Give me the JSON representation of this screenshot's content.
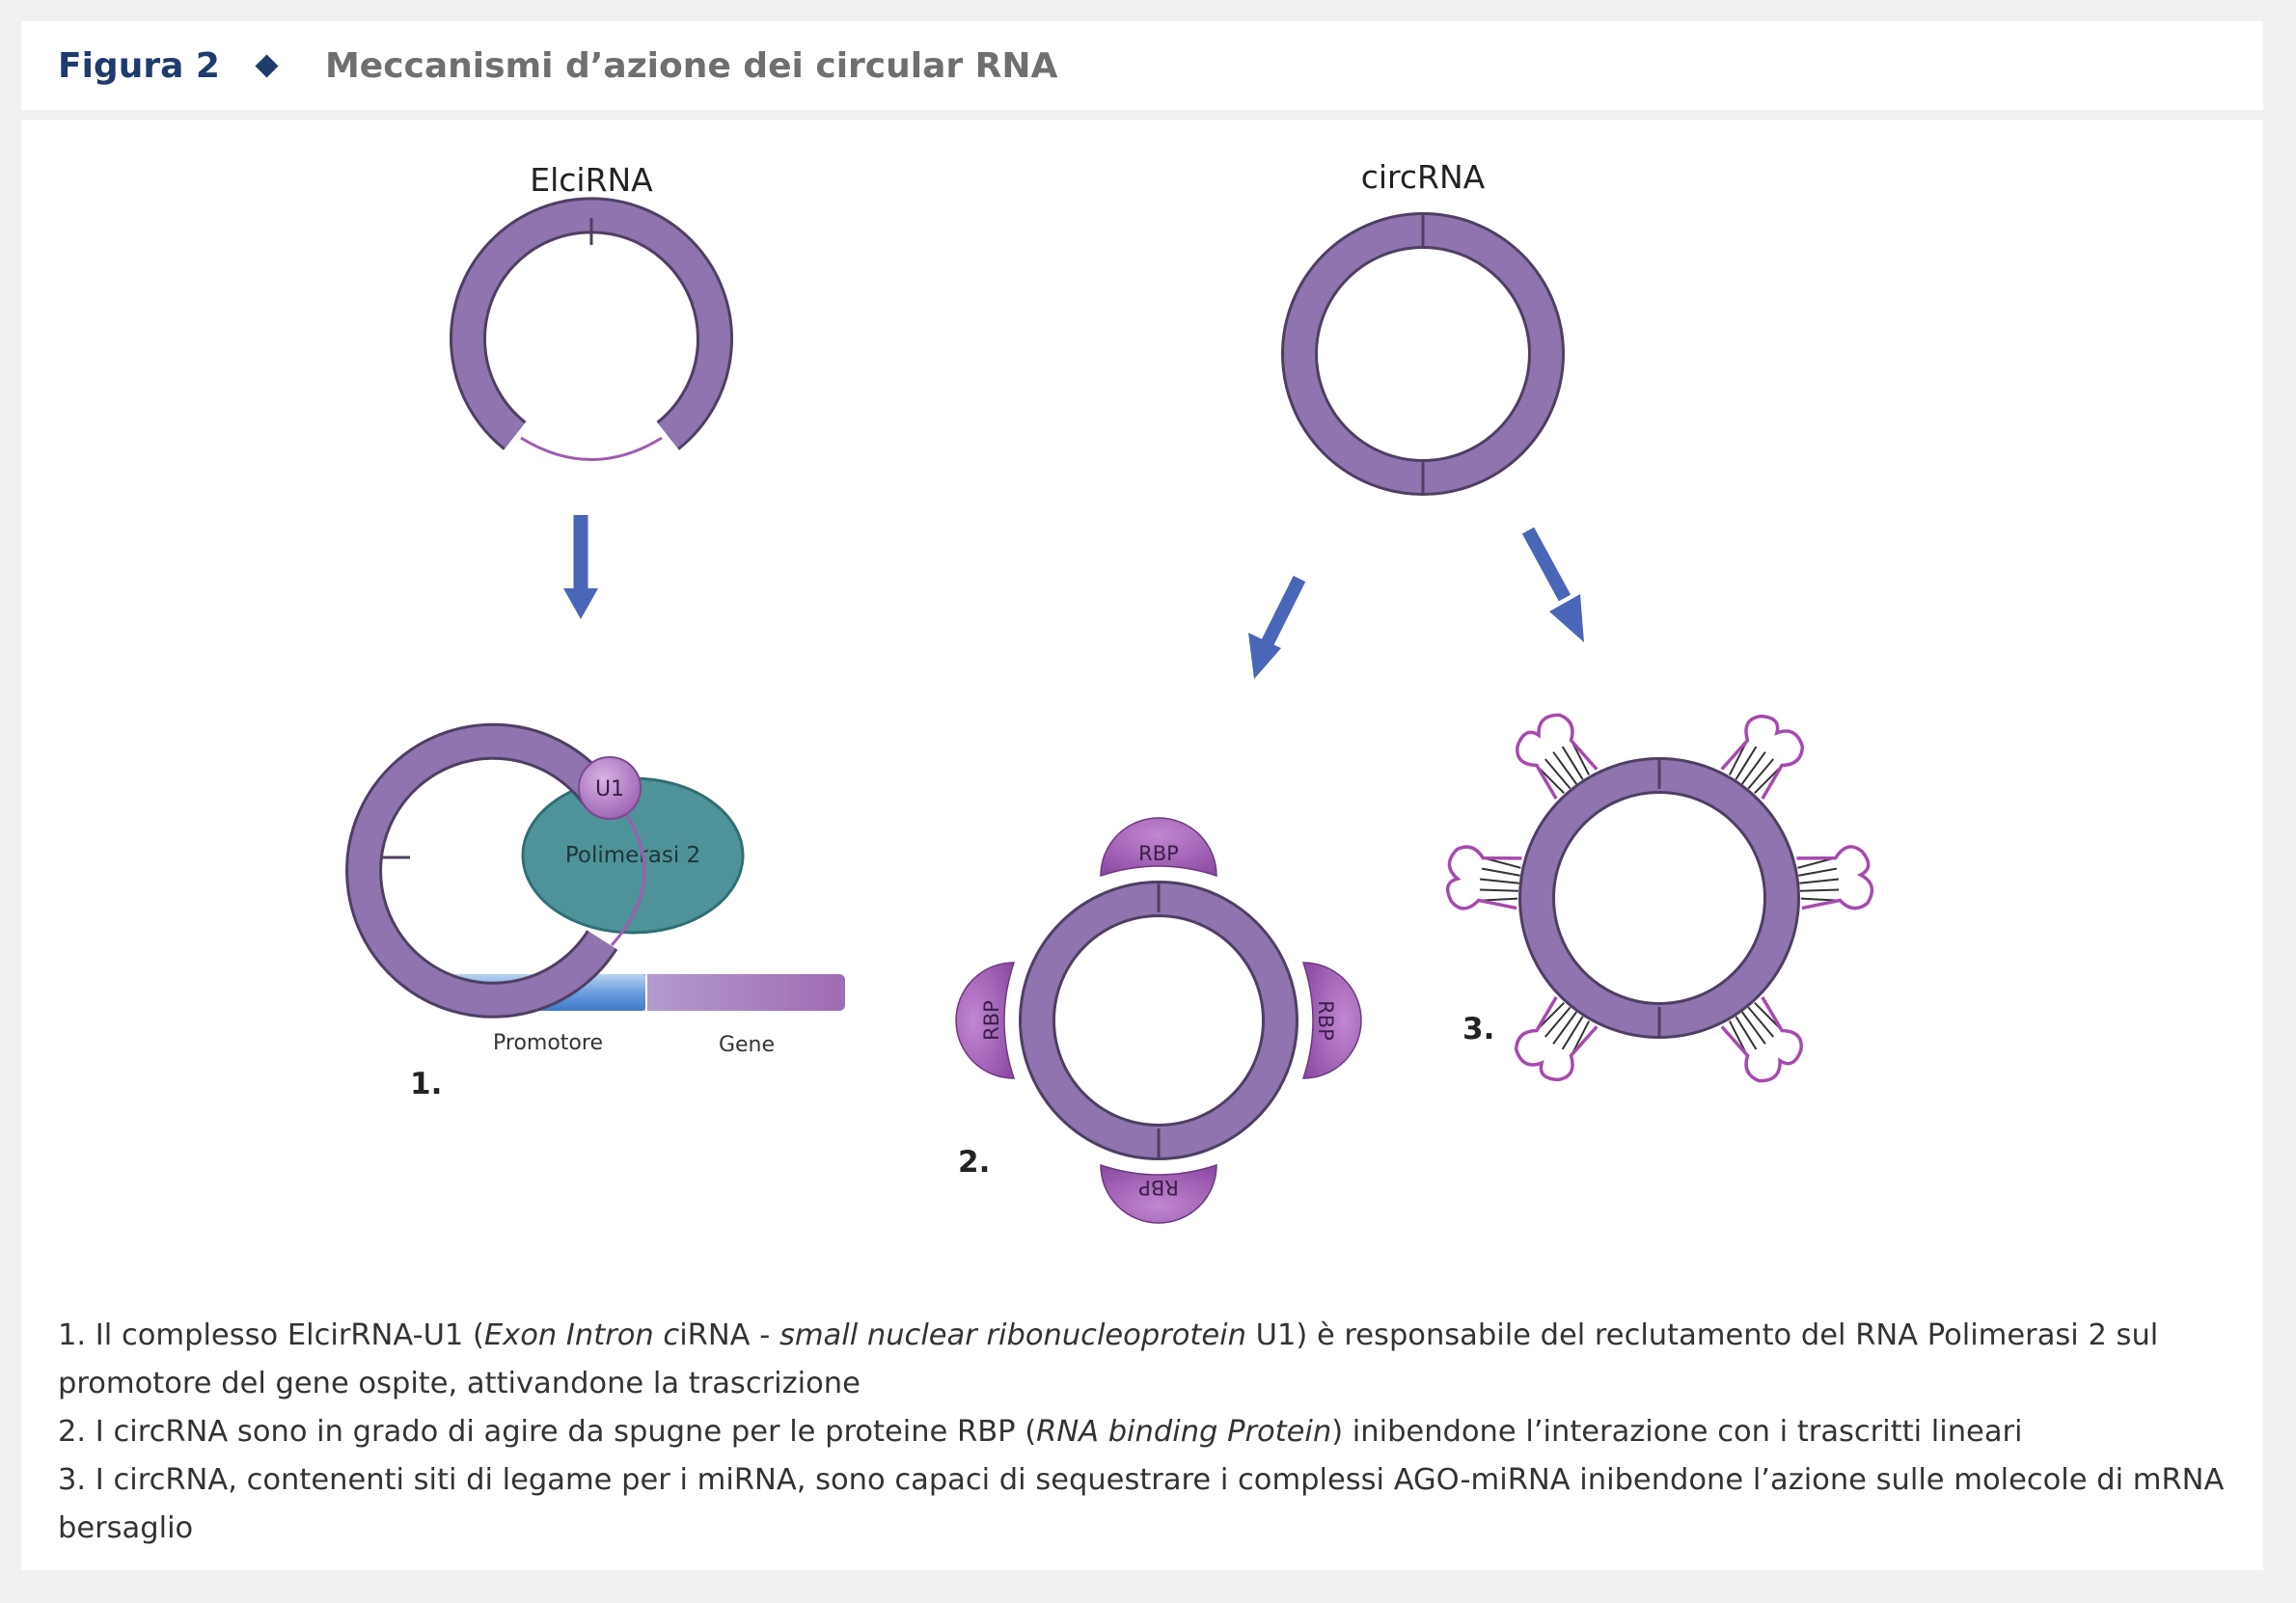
{
  "figure": {
    "label": "Figura 2",
    "title": "Meccanismi d’azione dei circular RNA"
  },
  "diagram": {
    "top_labels": {
      "left": "ElciRNA",
      "right": "circRNA"
    },
    "u1_label": "U1",
    "polymerase_label": "Polimerasi 2",
    "promoter_label": "Promotore",
    "gene_label": "Gene",
    "rbp_label": "RBP",
    "step_numbers": [
      "1.",
      "2.",
      "3."
    ],
    "colors": {
      "ring": "#8f74b0",
      "ring_stroke": "#4f3f63",
      "arrow": "#4a66b8",
      "polymerase": "#4e9399",
      "u1": "#b07cc4",
      "rbp": "#9d5ab2",
      "mirna": "#a64aae"
    }
  },
  "caption": [
    {
      "pre": "1. Il complesso ElcirRNA-U1 (",
      "it1": "Exon Intron c",
      "mid1": "iRNA - ",
      "it2": "small nuclear ribonucleoprotein",
      "post": " U1) è responsabile del reclutamento del RNA Polimerasi 2 sul promotore del gene ospite, attivandone la trascrizione"
    },
    {
      "pre": "2. I circRNA sono in grado di agire da spugne per le proteine RBP (",
      "it1": "RNA binding Protein",
      "post": ") inibendone l’interazione con i trascritti lineari"
    },
    {
      "text": "3. I circRNA, contenenti siti di legame per i miRNA, sono capaci di sequestrare i complessi AGO-miRNA inibendone l’azione sulle molecole di mRNA bersaglio"
    }
  ]
}
